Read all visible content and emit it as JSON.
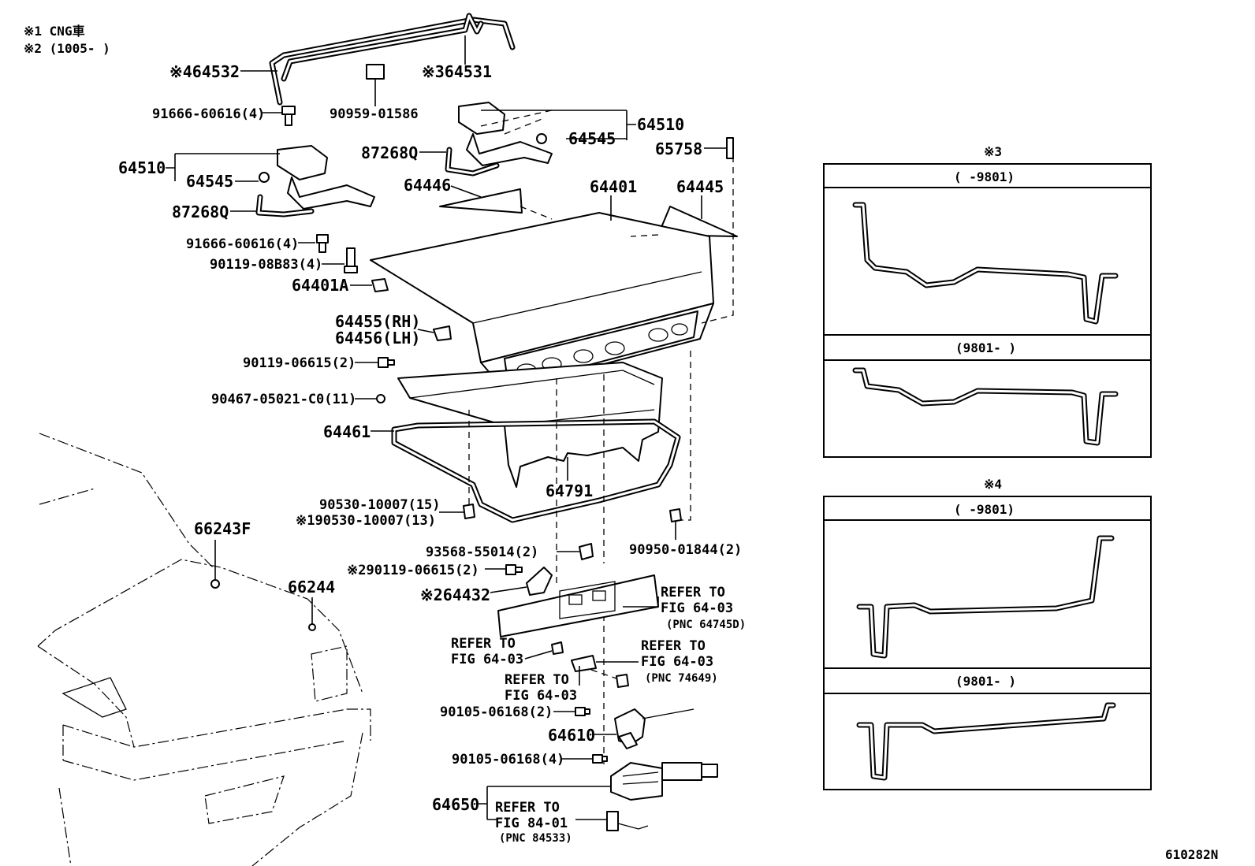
{
  "notes": {
    "n1": "※1 CNG車",
    "n2": "※2 (1005-      )"
  },
  "labels": {
    "p64532": "※464532",
    "p64531": "※364531",
    "p90959": "90959-01586",
    "p91666a": "91666-60616(4)",
    "p64510a": "64510",
    "p64545a": "64545",
    "p87268a": "87268Q",
    "p91666b": "91666-60616(4)",
    "p90119a": "90119-08B83(4)",
    "p64401A": "64401A",
    "p64455": "64455(RH)",
    "p64456": "64456(LH)",
    "p90119b": "90119-06615(2)",
    "p90467": "90467-05021-C0(11)",
    "p64461": "64461",
    "p64510b": "64510",
    "p64545b": "64545",
    "p87268b": "87268Q",
    "p65758": "65758",
    "p64446": "64446",
    "p64401": "64401",
    "p64445": "64445",
    "p64791": "64791",
    "p90530a": "90530-10007(15)",
    "p90530b": "※190530-10007(13)",
    "p66243F": "66243F",
    "p66244": "66244",
    "p93568": "93568-55014(2)",
    "p90950": "90950-01844(2)",
    "p90119c": "※290119-06615(2)",
    "p64432": "※264432",
    "ref1a": "REFER TO",
    "ref1b": "FIG 64-03",
    "ref1c": "(PNC 64745D)",
    "ref2a": "REFER TO",
    "ref2b": "FIG 64-03",
    "ref3a": "REFER TO",
    "ref3b": "FIG 64-03",
    "ref3c": "(PNC 74649)",
    "ref4a": "REFER TO",
    "ref4b": "FIG 64-03",
    "p90105a": "90105-06168(2)",
    "p64610": "64610",
    "p90105b": "90105-06168(4)",
    "p64650": "64650",
    "ref5a": "REFER TO",
    "ref5b": "FIG 84-01",
    "ref5c": "(PNC 84533)",
    "figno": "610282N"
  },
  "inset3": {
    "mark": "※3",
    "top": "(   -9801)",
    "bottom": "(9801-   )"
  },
  "inset4": {
    "mark": "※4",
    "top": "(   -9801)",
    "bottom": "(9801-   )"
  }
}
